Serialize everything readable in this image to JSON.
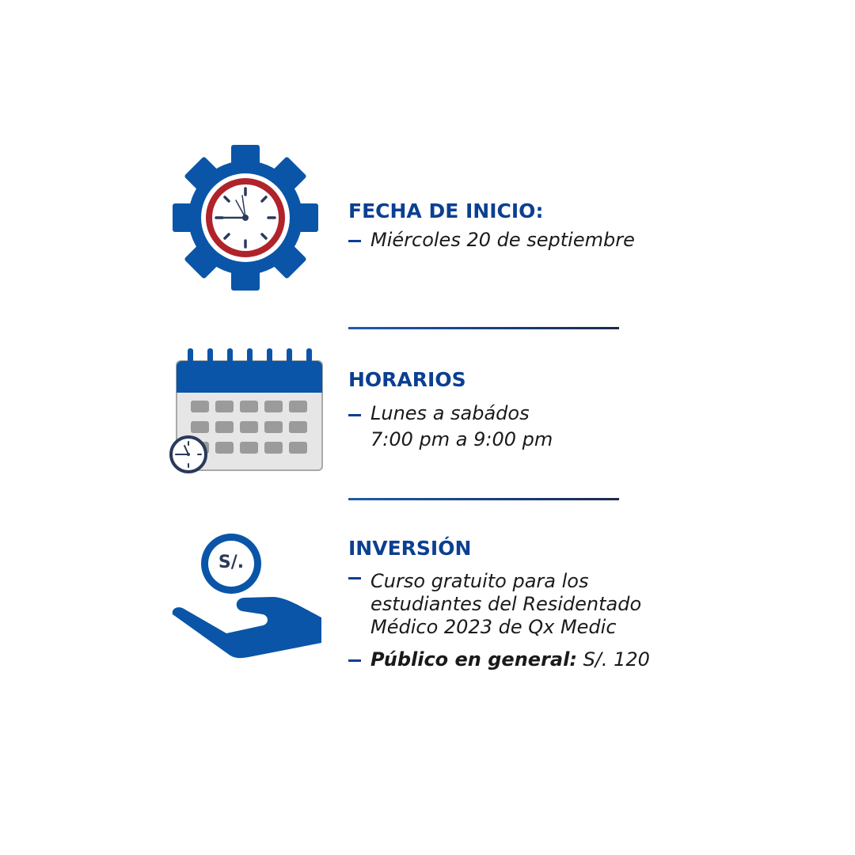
{
  "colors": {
    "brand_blue": "#0b3f91",
    "icon_blue": "#0a55a8",
    "clock_red": "#b0232a",
    "calendar_gray": "#9b9b9b"
  },
  "icons": [
    "gear-clock-icon",
    "calendar-icon",
    "hand-coin-icon"
  ],
  "fecha": {
    "heading": "FECHA DE INICIO:",
    "line1": "Miércoles 20 de septiembre"
  },
  "horarios": {
    "heading": "HORARIOS",
    "line1": "Lunes a sabádos",
    "line2": "7:00 pm a 9:00 pm"
  },
  "inversion": {
    "heading": "INVERSIÓN",
    "coin_label": "S/.",
    "line1": "Curso gratuito para los",
    "line2": "estudiantes del Residentado",
    "line3": "Médico 2023 de Qx Medic",
    "public_label": "Público en general:",
    "public_price": "S/. 120"
  }
}
